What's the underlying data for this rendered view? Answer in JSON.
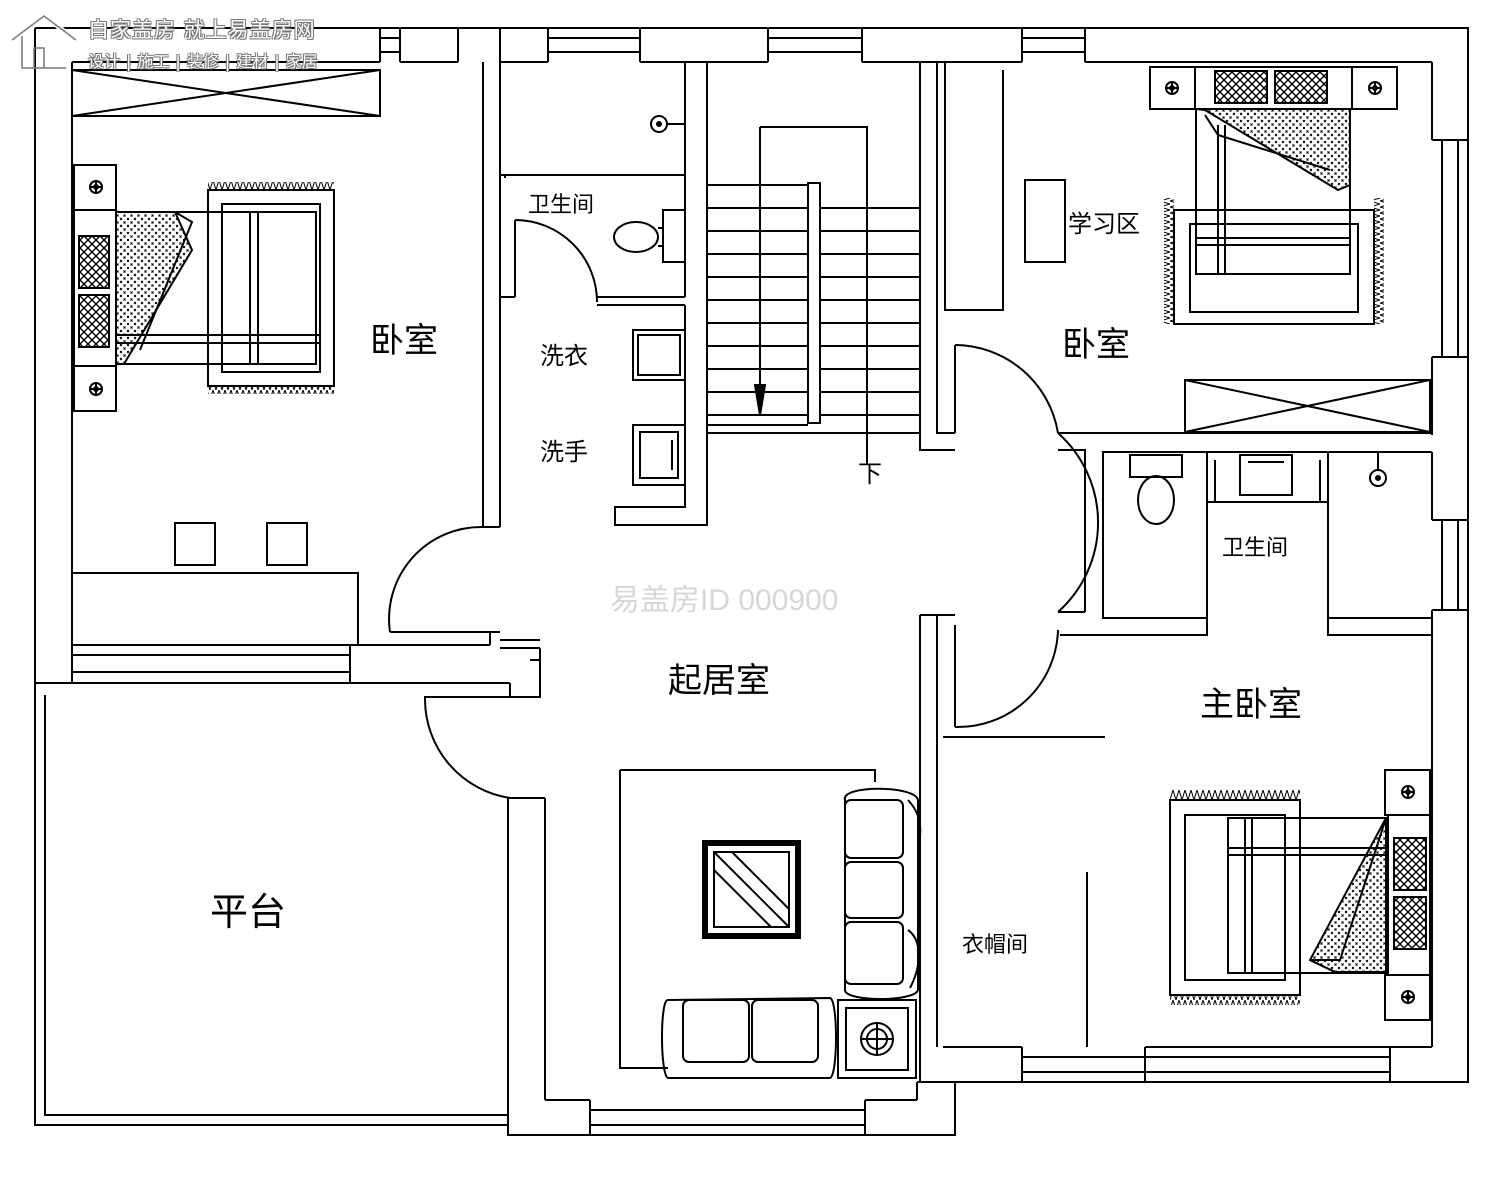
{
  "logo": {
    "title": "自家盖房 就上易盖房网",
    "tags": [
      "设计",
      "施工",
      "装修",
      "建材",
      "家居"
    ],
    "icon": "house-outline-icon"
  },
  "watermark": "易盖房ID 000900",
  "rooms": {
    "bedroom_left": "卧室",
    "bathroom_top": "卫生间",
    "laundry": "洗衣",
    "washbasin": "洗手",
    "stair_down": "下",
    "study_area": "学习区",
    "bedroom_right": "卧室",
    "bathroom_master": "卫生间",
    "living_room": "起居室",
    "master_bedroom": "主卧室",
    "cloakroom": "衣帽间",
    "terrace": "平台"
  },
  "colors": {
    "line": "#000000",
    "watermark": "#d7d7d7"
  }
}
